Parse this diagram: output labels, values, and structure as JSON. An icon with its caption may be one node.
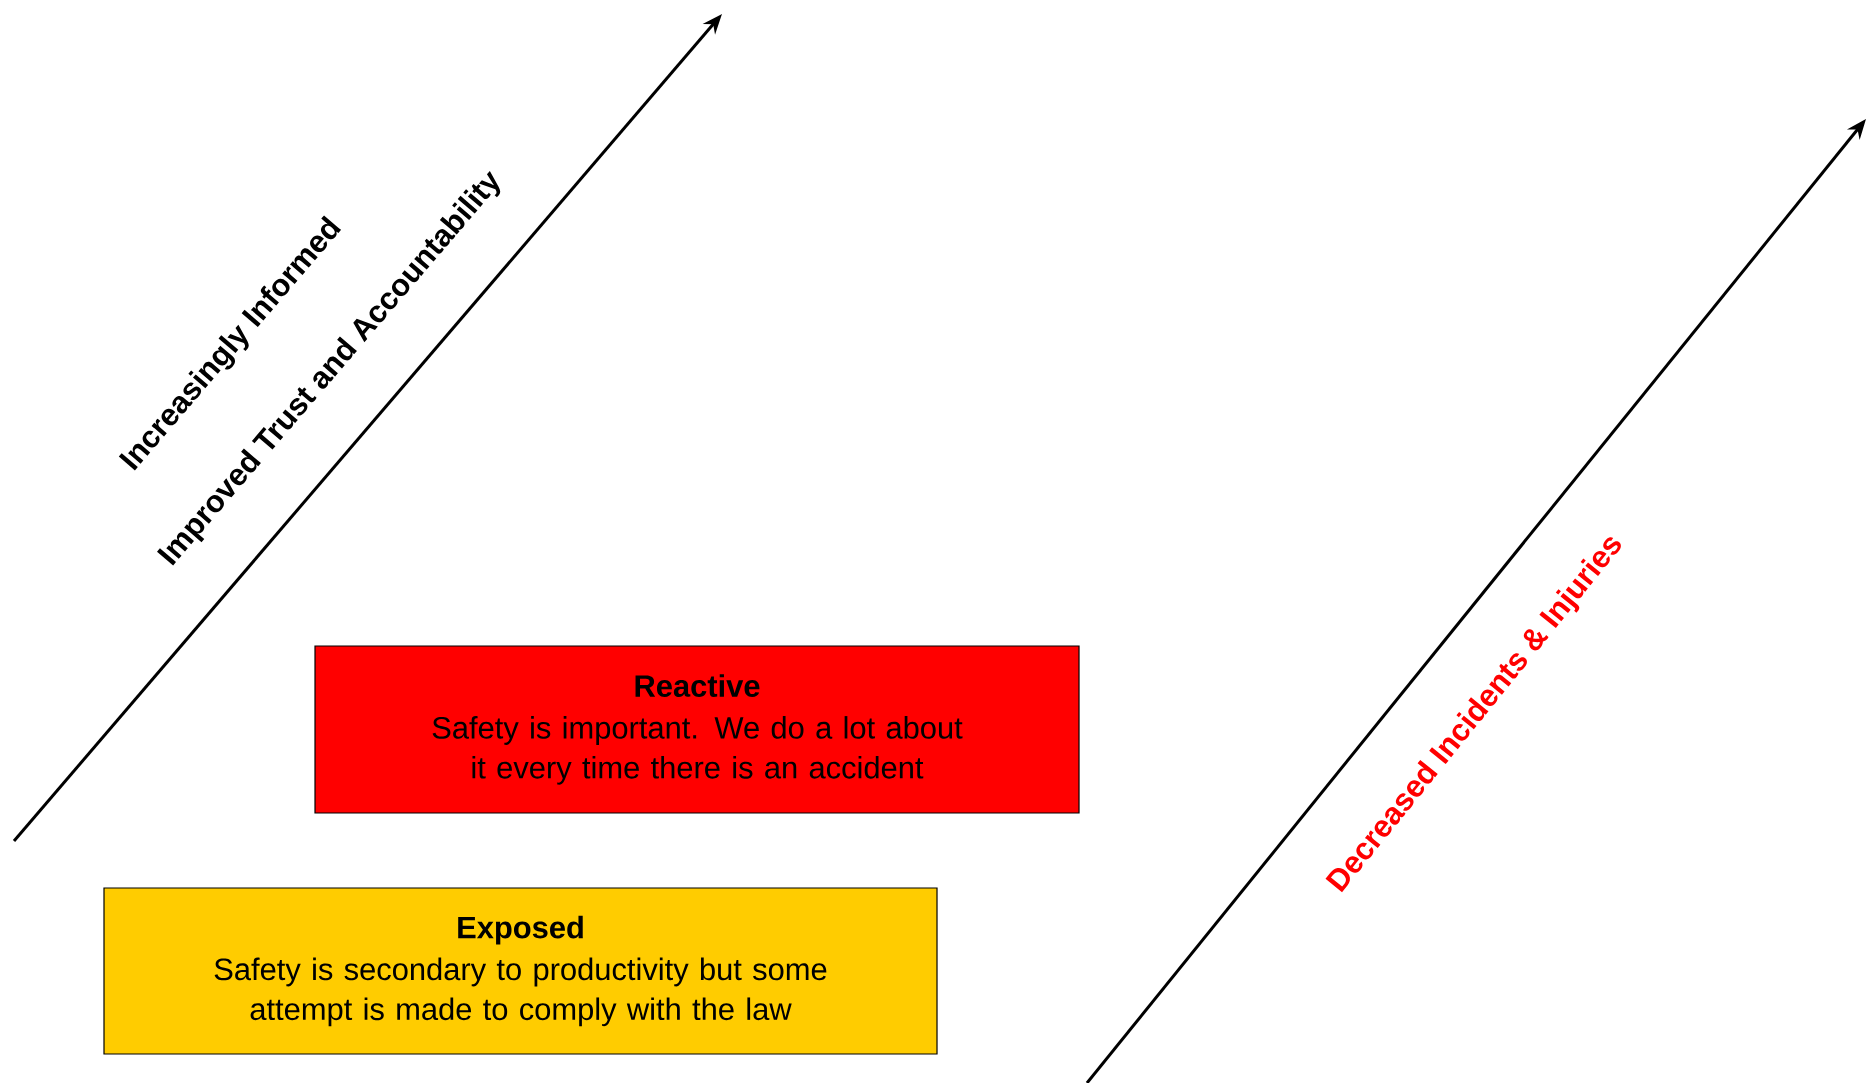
{
  "diagram": {
    "nodes": [
      {
        "text": [
          "Reactive",
          "Safety is important. We do a lot about it every time there is an accident"
        ]
      },
      {
        "text": [
          "Exposed",
          "Safety is secondary to productivity but some attempt is made to comply with the law"
        ]
      }
    ],
    "labels": [
      "Increasingly Informed",
      "Improved Trust and Accountability",
      "Decreased Incidents & Injuries"
    ]
  }
}
